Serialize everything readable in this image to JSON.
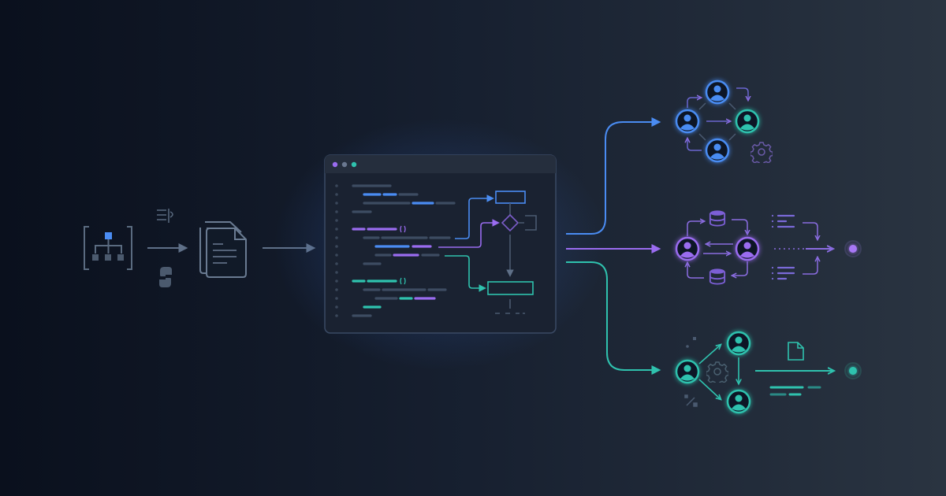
{
  "colors": {
    "background_left": "#0a101d",
    "background_right": "#2a3441",
    "blue": "#4a8cf2",
    "purple": "#9a6cf0",
    "teal": "#2fc2ae",
    "neutral": "#5a6b80",
    "window_bg": "#1a2231",
    "window_titlebar": "#252e3d"
  },
  "icons": {
    "source": "hierarchy-bracket-icon",
    "parse": "text-parse-icon",
    "language": "python-icon",
    "documents": "documents-stack-icon",
    "editor": "code-editor-window",
    "agent": "person-icon",
    "settings": "gear-icon",
    "storage": "database-icon",
    "output": "target-dot-icon"
  },
  "branches": [
    "blue",
    "purple",
    "teal"
  ]
}
